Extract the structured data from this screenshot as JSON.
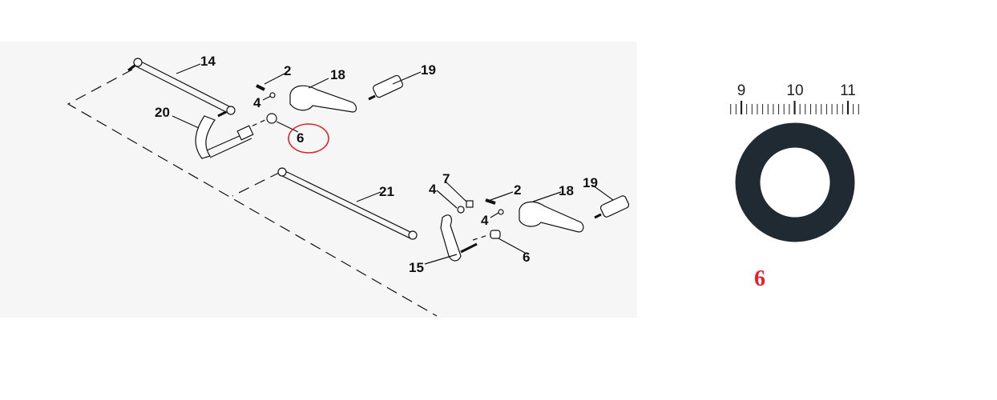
{
  "diagram": {
    "callouts_upper": [
      "14",
      "2",
      "18",
      "19",
      "4",
      "20",
      "6"
    ],
    "callouts_lower": [
      "21",
      "7",
      "4",
      "2",
      "18",
      "19",
      "4",
      "15",
      "6"
    ],
    "highlight_color": "#d9262c"
  },
  "photo": {
    "scale_labels": [
      "9",
      "10",
      "11"
    ],
    "part_number": "6",
    "part_number_color": "#e8202a",
    "washer_color": "#1f2a33"
  }
}
